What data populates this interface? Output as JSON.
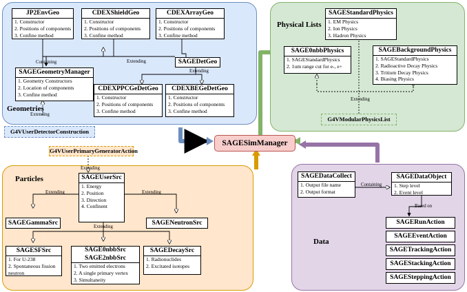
{
  "center": {
    "title": "SAGESimManager"
  },
  "geometries": {
    "section_label": "Geometries",
    "jp2": {
      "title": "JP2EnvGeo",
      "items": [
        "1. Constructor",
        "2. Positions of components",
        "3. Confine method"
      ]
    },
    "shield": {
      "title": "CDEXShieldGeo",
      "items": [
        "1. Constructor",
        "2. Positions of components",
        "3. Confine method"
      ]
    },
    "array": {
      "title": "CDEXArrayGeo",
      "items": [
        "1. Constructor",
        "2. Positions of components",
        "3. Confine method"
      ]
    },
    "detgeo": {
      "title": "SAGEDetGeo"
    },
    "manager": {
      "title": "SAGEGeometryManager",
      "items": [
        "1. Geometry Constructors",
        "2. Location of components",
        "3. Confine method"
      ]
    },
    "ppc": {
      "title": "CDEXPPCGeDetGeo",
      "items": [
        "1. Constructor",
        "2. Positions of components",
        "3. Confine method"
      ]
    },
    "beg": {
      "title": "CDEXBEGeDetGeo",
      "items": [
        "1. Constructor",
        "2. Positions of components",
        "3. Confine method"
      ]
    },
    "labels": {
      "containing": "Containing",
      "extending1": "Extending",
      "extending2": "Extending",
      "extending3": "Extending"
    },
    "base": "G4VUserDetectorConstruction"
  },
  "physics": {
    "section_label": "Physical Lists",
    "standard": {
      "title": "SAGEStandardPhysics",
      "items": [
        "1. EM Physics",
        "2. Ion Physics",
        "3. Hadron Physics"
      ]
    },
    "nbb": {
      "title": "SAGE0nbbPhysics",
      "items": [
        "1. SAGEStandardPhysics",
        "2. 1um range cut for e-, e+"
      ]
    },
    "background": {
      "title": "SAGEBackgroundPhysics",
      "items": [
        "1. SAGEStandardPhysics",
        "2. Radioactive Decay Physics",
        "3. Tritium Decay Physics",
        "4. Biasing Physics"
      ]
    },
    "labels": {
      "extending": "Extending"
    },
    "base": "G4VModularPhysicsList"
  },
  "particles": {
    "section_label": "Particles",
    "base": "G4VUserPrimaryGeneratorAction",
    "usersrc": {
      "title": "SAGEUserSrc",
      "items": [
        "1. Energy",
        "2. Position",
        "3. Direction",
        "4. Confinent"
      ]
    },
    "gamma": {
      "title": "SAGEGammaSrc"
    },
    "neutron": {
      "title": "SAGENeutronSrc"
    },
    "sf": {
      "title": "SAGESFSrc",
      "items": [
        "1. For U-238",
        "2. Spontaneous fission",
        "neutron"
      ]
    },
    "nbbsrc": {
      "title": "SAGE0nbbSrc",
      "title2": "SAGE2nbbSrc",
      "items": [
        "1. Two emitted electrons",
        "2. A single primary vertex",
        "3. Simultaneity"
      ]
    },
    "decay": {
      "title": "SAGEDecaySrc",
      "items": [
        "1. Radionuclides",
        "2. Excitated isotopes"
      ]
    },
    "labels": {
      "extending_top": "Extending",
      "extending_left": "Extending",
      "extending_right": "Extending",
      "extending_bottom": "Extending"
    }
  },
  "data": {
    "section_label": "Data",
    "collect": {
      "title": "SAGEDataCollect",
      "items": [
        "1. Output file name",
        "2. Output format"
      ]
    },
    "object": {
      "title": "SAGEDataObject",
      "items": [
        "1. Step level",
        "2. Event level"
      ]
    },
    "labels": {
      "containing": "Containing",
      "based_on": "Based on"
    },
    "actions": [
      "SAGERunAction",
      "SAGEEventAction",
      "SAGETrackingAction",
      "SAGEStackingAction",
      "SAGESteppingAction"
    ]
  },
  "colors": {
    "geometries_fill": "#dae8fc",
    "geometries_border": "#6c8ebf",
    "physics_fill": "#d5e8d4",
    "physics_border": "#82b366",
    "particles_fill": "#ffe6cc",
    "particles_border": "#d79b00",
    "data_fill": "#e1d5e7",
    "data_border": "#9673a6",
    "center_fill": "#f8cecc",
    "center_border": "#b85450"
  }
}
